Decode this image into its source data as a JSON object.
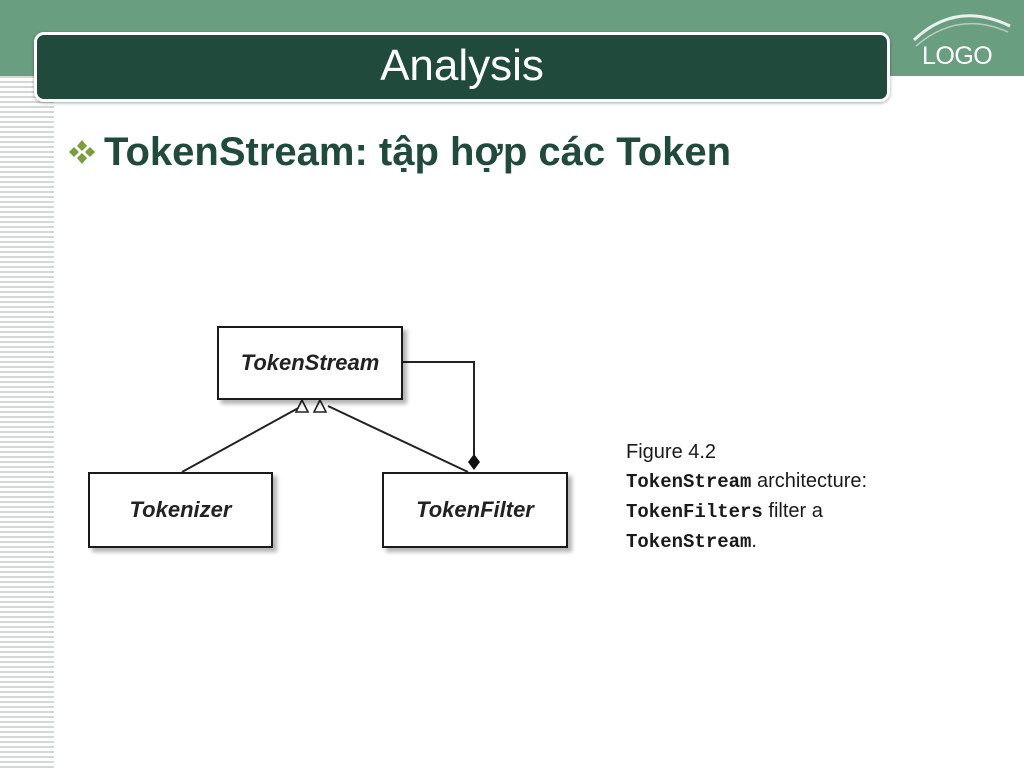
{
  "slide": {
    "title": "Analysis",
    "logo_text": "LOGO",
    "bullet": {
      "icon": "diamond-cluster-icon",
      "text": "TokenStream: tập hợp các Token"
    }
  },
  "diagram": {
    "nodes": {
      "token_stream": "TokenStream",
      "tokenizer": "Tokenizer",
      "token_filter": "TokenFilter"
    },
    "edges": [
      {
        "from": "Tokenizer",
        "to": "TokenStream",
        "type": "inheritance"
      },
      {
        "from": "TokenFilter",
        "to": "TokenStream",
        "type": "inheritance"
      },
      {
        "from": "TokenStream",
        "to": "TokenFilter",
        "type": "aggregation"
      }
    ]
  },
  "caption": {
    "figure": "Figure 4.2",
    "line2_code": "TokenStream",
    "line2_text": " architecture:",
    "line3_code": "TokenFilters",
    "line3_text": " filter a",
    "line4_code": "TokenStream",
    "line4_text": "."
  },
  "colors": {
    "top_band": "#6a9e80",
    "title_bar": "#1f4a3c",
    "bullet_text": "#1f4a3c",
    "bullet_icon": "#7a9e3a"
  }
}
